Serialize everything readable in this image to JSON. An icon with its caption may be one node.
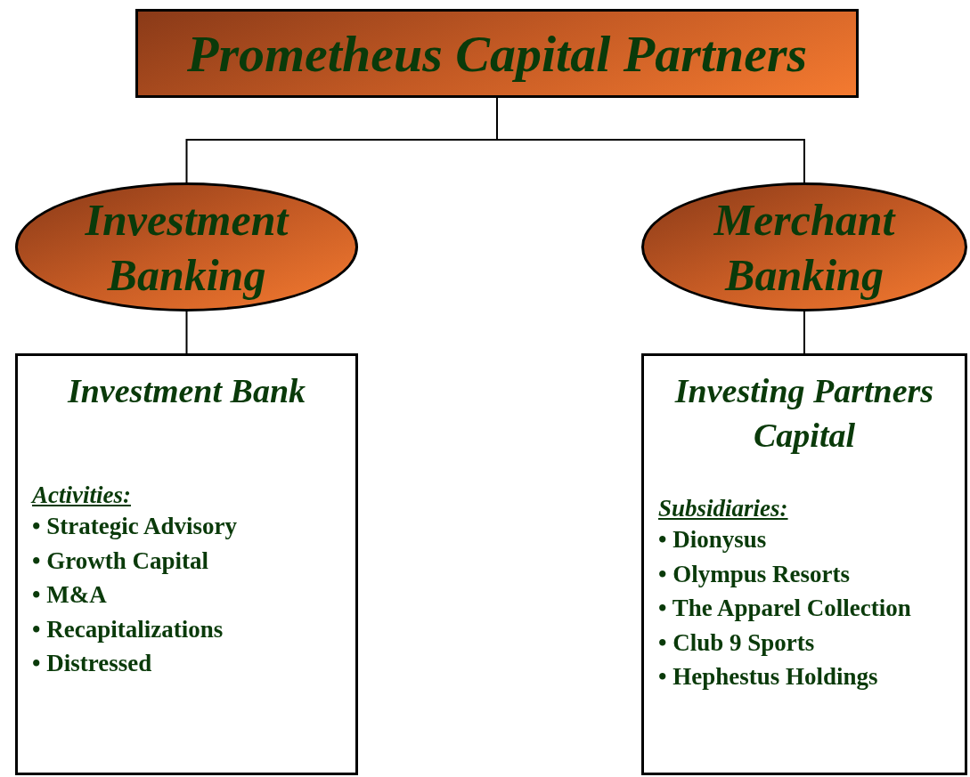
{
  "diagram": {
    "nodes": [
      {
        "text": [
          "Prometheus Capital Partners"
        ]
      },
      {
        "text": [
          "Investment Banking"
        ]
      },
      {
        "text": [
          "Merchant Banking"
        ]
      },
      {
        "text": [
          "Investment Bank",
          "Activities:",
          "• Strategic Advisory",
          "• Growth Capital",
          "• M&A",
          "• Recapitalizations",
          "• Distressed"
        ]
      },
      {
        "text": [
          "Investing Partners Capital",
          "Subsidiaries:",
          "• Dionysus",
          "• Olympus Resorts",
          "• The Apparel Collection",
          "• Club 9 Sports",
          "• Hephestus Holdings"
        ]
      }
    ],
    "edges": [
      {
        "from": 0,
        "to": 1,
        "arrow": "none"
      },
      {
        "from": 0,
        "to": 2,
        "arrow": "none"
      },
      {
        "from": 1,
        "to": 3,
        "arrow": "none"
      },
      {
        "from": 2,
        "to": 4,
        "arrow": "none"
      }
    ]
  }
}
